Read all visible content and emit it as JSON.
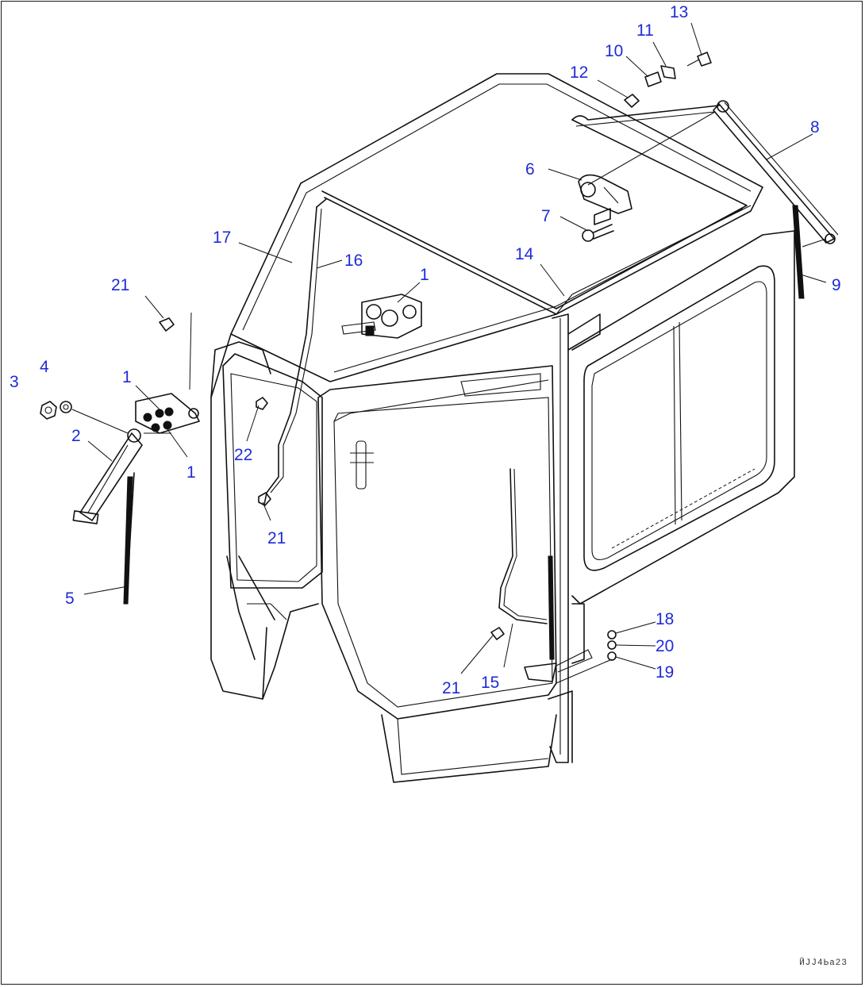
{
  "callouts": [
    {
      "id": "c13",
      "text": "13"
    },
    {
      "id": "c11",
      "text": "11"
    },
    {
      "id": "c10",
      "text": "10"
    },
    {
      "id": "c12",
      "text": "12"
    },
    {
      "id": "c8",
      "text": "8"
    },
    {
      "id": "c6",
      "text": "6"
    },
    {
      "id": "c7",
      "text": "7"
    },
    {
      "id": "c14",
      "text": "14"
    },
    {
      "id": "c9",
      "text": "9"
    },
    {
      "id": "c17",
      "text": "17"
    },
    {
      "id": "c16",
      "text": "16"
    },
    {
      "id": "c1a",
      "text": "1"
    },
    {
      "id": "c21a",
      "text": "21"
    },
    {
      "id": "c3",
      "text": "3"
    },
    {
      "id": "c4",
      "text": "4"
    },
    {
      "id": "c1b",
      "text": "1"
    },
    {
      "id": "c2",
      "text": "2"
    },
    {
      "id": "c1c",
      "text": "1"
    },
    {
      "id": "c22",
      "text": "22"
    },
    {
      "id": "c21b",
      "text": "21"
    },
    {
      "id": "c5",
      "text": "5"
    },
    {
      "id": "c18",
      "text": "18"
    },
    {
      "id": "c20",
      "text": "20"
    },
    {
      "id": "c19",
      "text": "19"
    },
    {
      "id": "c21c",
      "text": "21"
    },
    {
      "id": "c15",
      "text": "15"
    }
  ],
  "drawing_code": "ЙЈЈ4Ьа23",
  "colors": {
    "callout": "#1f2bd6",
    "line": "#111111"
  }
}
